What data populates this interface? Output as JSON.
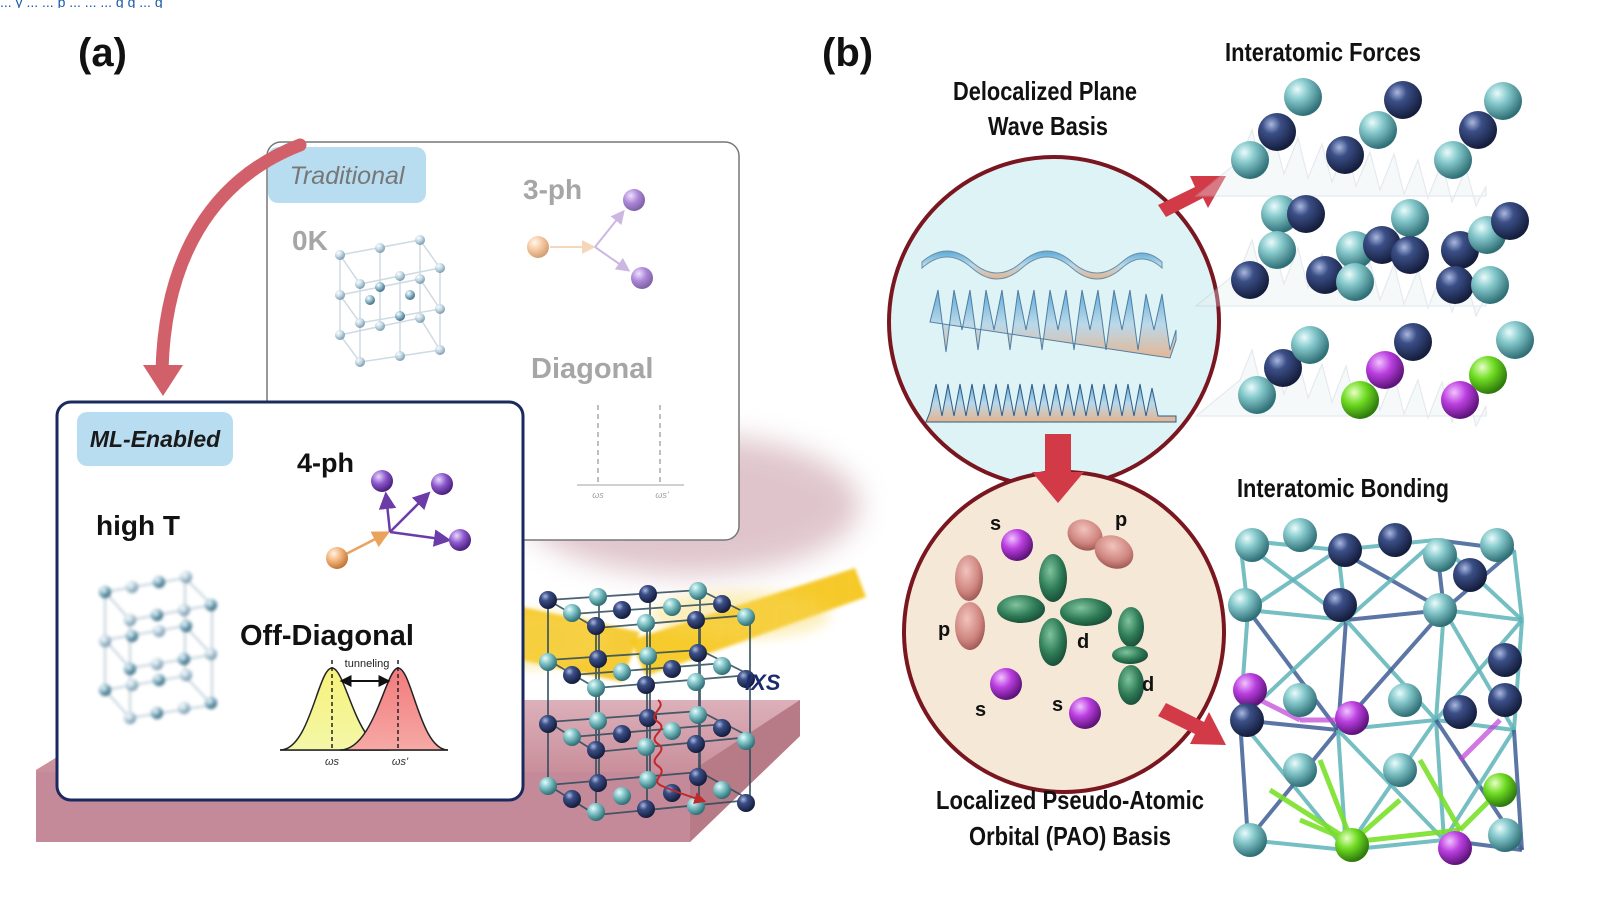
{
  "top_caption": "... y ... ... p ... ... ... g g ... g",
  "panel_a": {
    "label": "(a)",
    "traditional_tag": "Traditional",
    "zero_k": "0K",
    "three_ph": "3-ph",
    "diagonal": "Diagonal",
    "omega_s": "ωs",
    "omega_s_prime": "ωs'",
    "ml_tag": "ML-Enabled",
    "four_ph": "4-ph",
    "high_t": "high T",
    "off_diagonal": "Off-Diagonal",
    "tunneling": "tunneling",
    "ixs": "IXS"
  },
  "panel_b": {
    "label": "(b)",
    "plane_wave_line1": "Delocalized Plane",
    "plane_wave_line2": "Wave Basis",
    "pao_line1": "Localized Pseudo-Atomic",
    "pao_line2": "Orbital (PAO) Basis",
    "forces_title": "Interatomic Forces",
    "bonding_title": "Interatomic Bonding",
    "orbital_s": "s",
    "orbital_p": "p",
    "orbital_d": "d"
  },
  "colors": {
    "red_arrow": "#d23a48",
    "tag_blue": "#b9ddf0",
    "frame_navy": "#1b2a5e",
    "circle_border": "#7a1620",
    "upper_circle_fill": "#def3f6",
    "lower_circle_fill": "#f6e8d6",
    "platform_pink": "#d9aab4",
    "beam_yellow": "#f7c81e",
    "orbital_magenta": "#b53fd6",
    "orbital_pink": "#d58e8a",
    "orbital_green": "#2e7a55",
    "atom_navy": "#2c3d6e",
    "atom_teal": "#7fc4c8",
    "atom_lime": "#7be02a"
  }
}
